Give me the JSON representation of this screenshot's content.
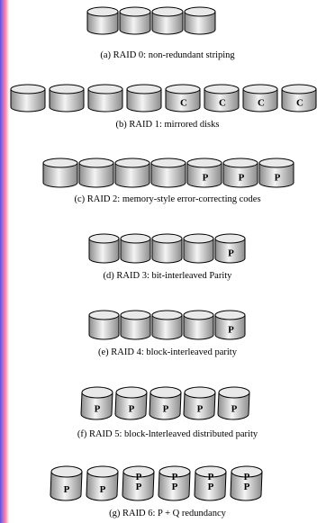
{
  "figure": {
    "rows": [
      {
        "id": "raid0",
        "caption": "(a) RAID 0: non-redundant striping",
        "disks": [
          {
            "labels": []
          },
          {
            "labels": []
          },
          {
            "labels": []
          },
          {
            "labels": []
          }
        ]
      },
      {
        "id": "raid1",
        "caption": "(b) RAID 1: mirrored disks",
        "disks": [
          {
            "labels": []
          },
          {
            "labels": []
          },
          {
            "labels": []
          },
          {
            "labels": []
          },
          {
            "labels": [
              "C"
            ]
          },
          {
            "labels": [
              "C"
            ]
          },
          {
            "labels": [
              "C"
            ]
          },
          {
            "labels": [
              "C"
            ]
          }
        ]
      },
      {
        "id": "raid2",
        "caption": "(c) RAID 2: memory-style error-correcting codes",
        "disks": [
          {
            "labels": []
          },
          {
            "labels": []
          },
          {
            "labels": []
          },
          {
            "labels": []
          },
          {
            "labels": [
              "P"
            ]
          },
          {
            "labels": [
              "P"
            ]
          },
          {
            "labels": [
              "P"
            ]
          }
        ]
      },
      {
        "id": "raid3",
        "caption": "(d) RAID 3: bit-interleaved Parity",
        "disks": [
          {
            "labels": []
          },
          {
            "labels": []
          },
          {
            "labels": []
          },
          {
            "labels": []
          },
          {
            "labels": [
              "P"
            ]
          }
        ]
      },
      {
        "id": "raid4",
        "caption": "(e) RAID 4: block-interleaved parity",
        "disks": [
          {
            "labels": []
          },
          {
            "labels": []
          },
          {
            "labels": []
          },
          {
            "labels": []
          },
          {
            "labels": [
              "P"
            ]
          }
        ]
      },
      {
        "id": "raid5",
        "caption": "(f) RAID 5: block-lnterleaved distributed parity",
        "disks": [
          {
            "labels": [
              "P"
            ]
          },
          {
            "labels": [
              "P"
            ]
          },
          {
            "labels": [
              "P"
            ]
          },
          {
            "labels": [
              "P"
            ]
          },
          {
            "labels": [
              "P"
            ]
          }
        ]
      },
      {
        "id": "raid6",
        "caption": "(g) RAID 6: P + Q redundancy",
        "disks": [
          {
            "labels": [
              "P"
            ]
          },
          {
            "labels": [
              "P"
            ]
          },
          {
            "labels": [
              "P",
              "P"
            ]
          },
          {
            "labels": [
              "P",
              "P"
            ]
          },
          {
            "labels": [
              "P",
              "P"
            ]
          },
          {
            "labels": [
              "P",
              "P"
            ]
          }
        ]
      }
    ]
  },
  "colors": {
    "page_background": "#7a63d8",
    "panel_background": "#ffffff",
    "disk_body_dark": "#8c8c8c",
    "disk_body_light": "#f4f4f4",
    "disk_top": "#e9e9e9",
    "outline": "#000000"
  }
}
